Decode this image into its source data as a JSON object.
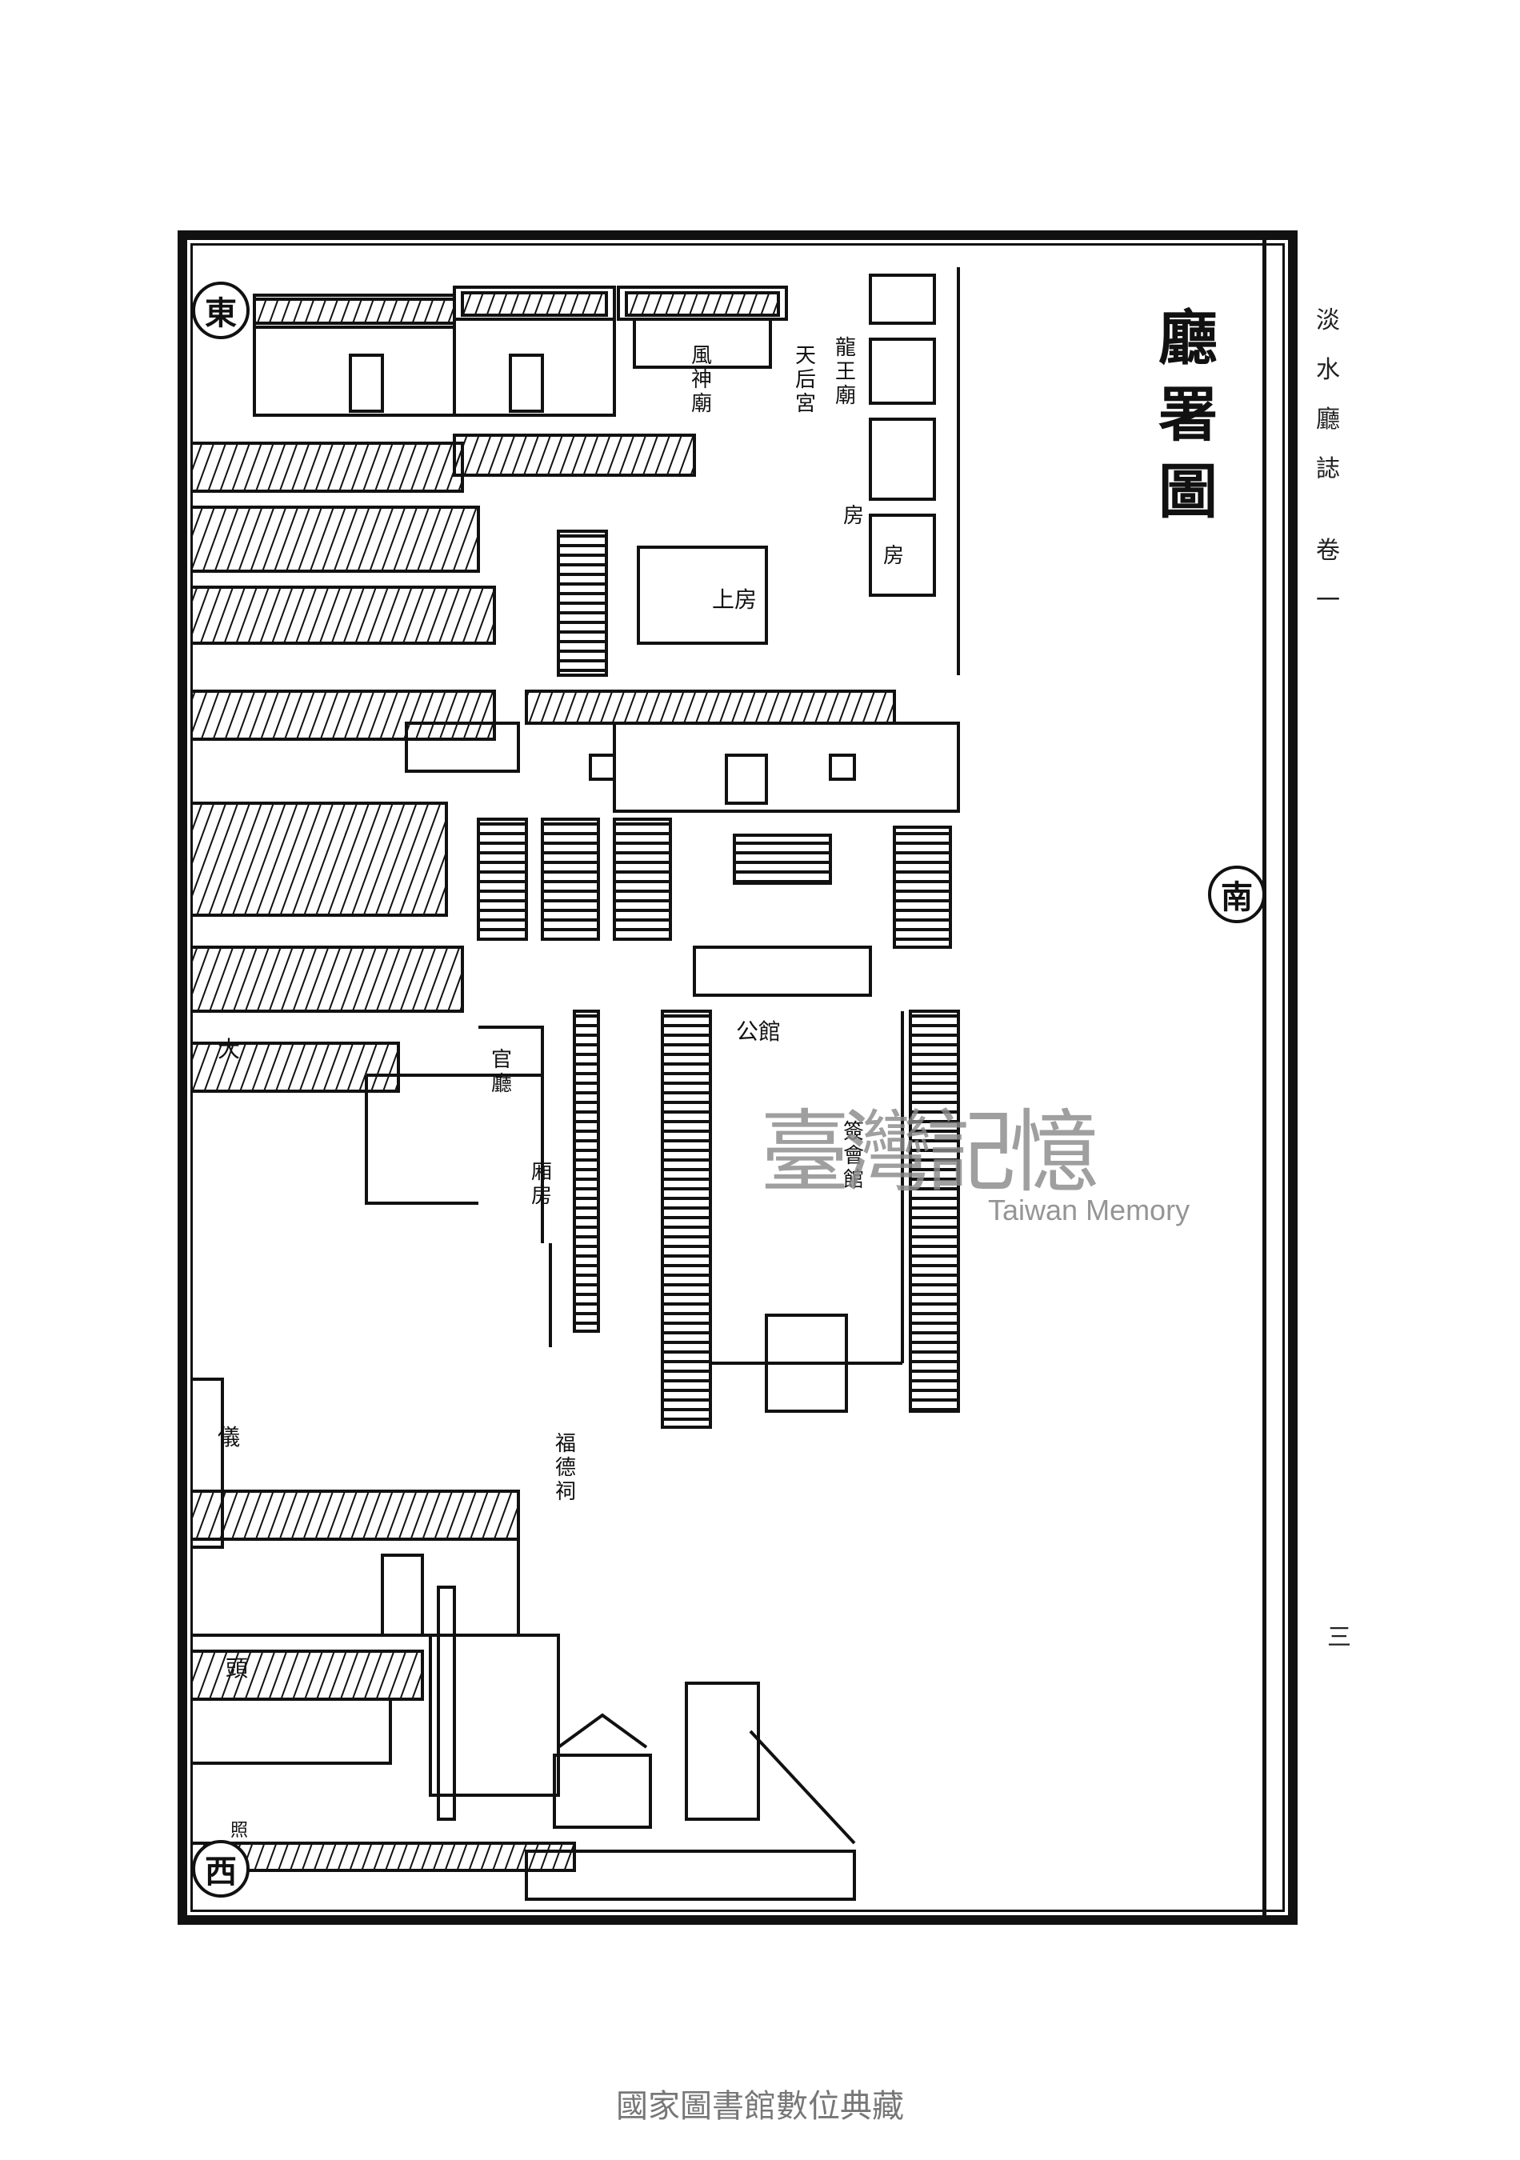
{
  "title": "廳署圖",
  "side_text": [
    "淡",
    "水",
    "廳",
    "誌",
    "卷",
    "一"
  ],
  "page_number": "三",
  "compass": {
    "east": "東",
    "south": "南",
    "west": "西"
  },
  "labels": {
    "fengshen_miao": "風神廟",
    "tianhou_gong": "天后宮",
    "longwang_miao": "龍王廟",
    "fang_a": "房",
    "fang_b": "房",
    "shang_fang": "上房",
    "gong_guan": "公館",
    "guan_ting": "官廳",
    "xiang_fang": "廂房",
    "qian_guan": "簽會館",
    "da": "大",
    "yi": "儀",
    "tou": "頭",
    "fude_ci": "福德祠",
    "zhao": "照"
  },
  "watermark": {
    "text": "臺灣記憶",
    "subtitle": "Taiwan Memory"
  },
  "footer": "國家圖書館數位典藏"
}
